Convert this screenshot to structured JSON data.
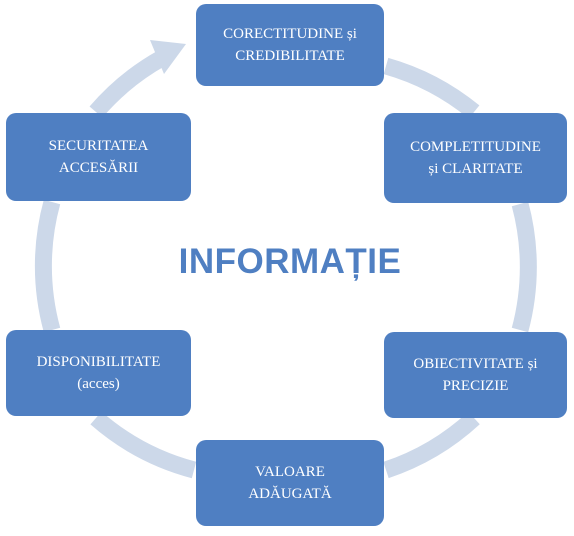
{
  "diagram": {
    "center_title": "INFORMAȚIE",
    "colors": {
      "node_fill": "#4f7fc2",
      "node_text": "#ffffff",
      "ring": "#ccd8e9",
      "title": "#4f7fc2"
    },
    "nodes": [
      {
        "line1": "CORECTITUDINE și",
        "line2": "CREDIBILITATE"
      },
      {
        "line1": "COMPLETITUDINE",
        "line2": "și CLARITATE"
      },
      {
        "line1": "OBIECTIVITATE și",
        "line2": "PRECIZIE"
      },
      {
        "line1": "VALOARE",
        "line2": "ADĂUGATĂ"
      },
      {
        "line1": "DISPONIBILITATE",
        "line2": "(acces)"
      },
      {
        "line1": "SECURITATEA",
        "line2": "ACCESĂRII"
      }
    ]
  }
}
